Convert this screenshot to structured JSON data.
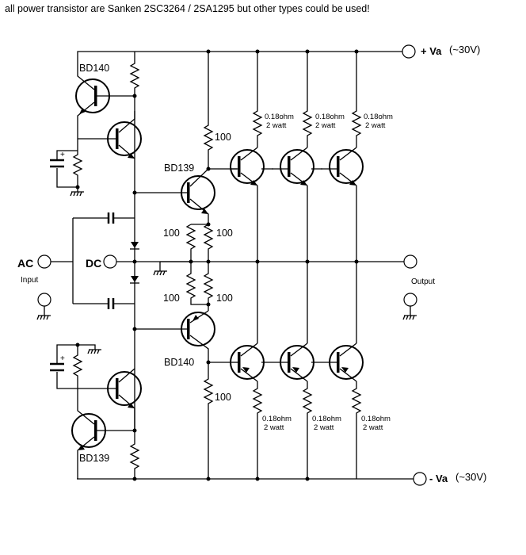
{
  "note": "all power transistor are Sanken 2SC3264 / 2SA1295 but other types could be used!",
  "rails": {
    "positive_label": "+ Va",
    "positive_value": "(~30V)",
    "negative_label": "- Va",
    "negative_value": "(~30V)"
  },
  "io": {
    "ac_label": "AC",
    "input_label": "Input",
    "dc_label": "DC",
    "output_label": "Output"
  },
  "transistors": {
    "q_top_small": "BD140",
    "q_top_driver": "BD139",
    "q_bottom_driver": "BD140",
    "q_bottom_small": "BD139"
  },
  "resistors": {
    "base_top": "100",
    "base_bottom": "100",
    "bias_upper_left": "100",
    "bias_upper_right": "100",
    "bias_lower_left": "100",
    "bias_lower_right": "100"
  },
  "emitter_resistors": {
    "value": "0.18ohm",
    "rating": "2 watt"
  },
  "colors": {
    "ink": "#000000",
    "background": "#ffffff"
  }
}
